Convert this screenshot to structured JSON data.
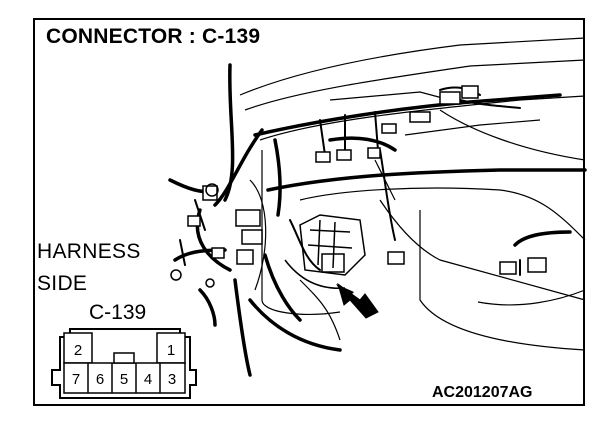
{
  "title": "CONNECTOR : C-139",
  "harness_label_line1": "HARNESS",
  "harness_label_line2": "SIDE",
  "connector_label": "C-139",
  "pins": {
    "top_left": "2",
    "top_right": "1",
    "bottom": [
      "7",
      "6",
      "5",
      "4",
      "3"
    ]
  },
  "figure_code": "AC201207AG"
}
